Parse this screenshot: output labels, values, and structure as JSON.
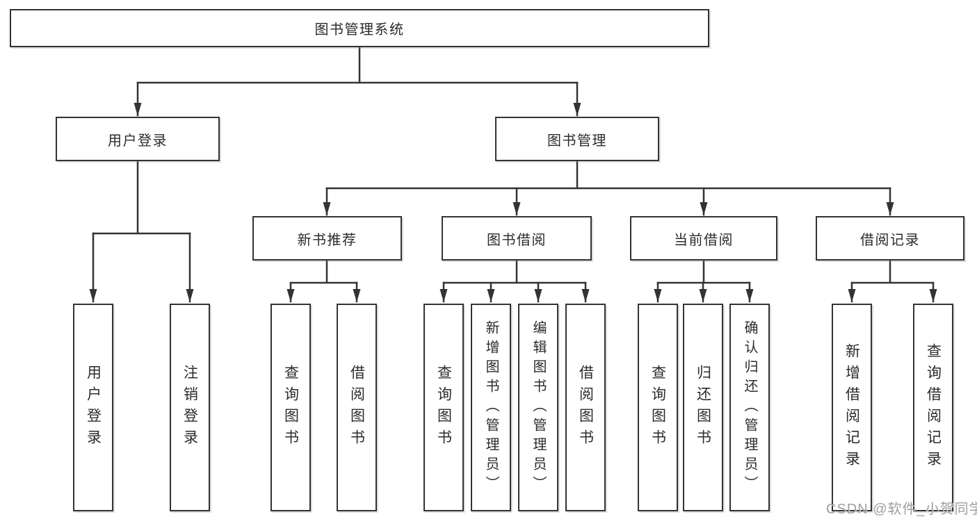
{
  "diagram": {
    "root_label": "图书管理系统",
    "level2": [
      {
        "label": "用户登录",
        "children": [
          "用户登录",
          "注销登录"
        ]
      },
      {
        "label": "图书管理"
      }
    ],
    "level3": [
      {
        "label": "新书推荐",
        "children": [
          "查询图书",
          "借阅图书"
        ]
      },
      {
        "label": "图书借阅",
        "children": [
          "查询图书",
          "新增图书（管理员）",
          "编辑图书（管理员）",
          "借阅图书"
        ]
      },
      {
        "label": "当前借阅",
        "children": [
          "查询图书",
          "归还图书",
          "确认归还（管理员）"
        ]
      },
      {
        "label": "借阅记录",
        "children": [
          "新增借阅记录",
          "查询借阅记录"
        ]
      }
    ]
  },
  "watermark": "CSDN @软件_小贺同学",
  "colors": {
    "line": "#333333",
    "text": "#2b2b2b",
    "watermark": "#969696",
    "background": "#ffffff"
  }
}
